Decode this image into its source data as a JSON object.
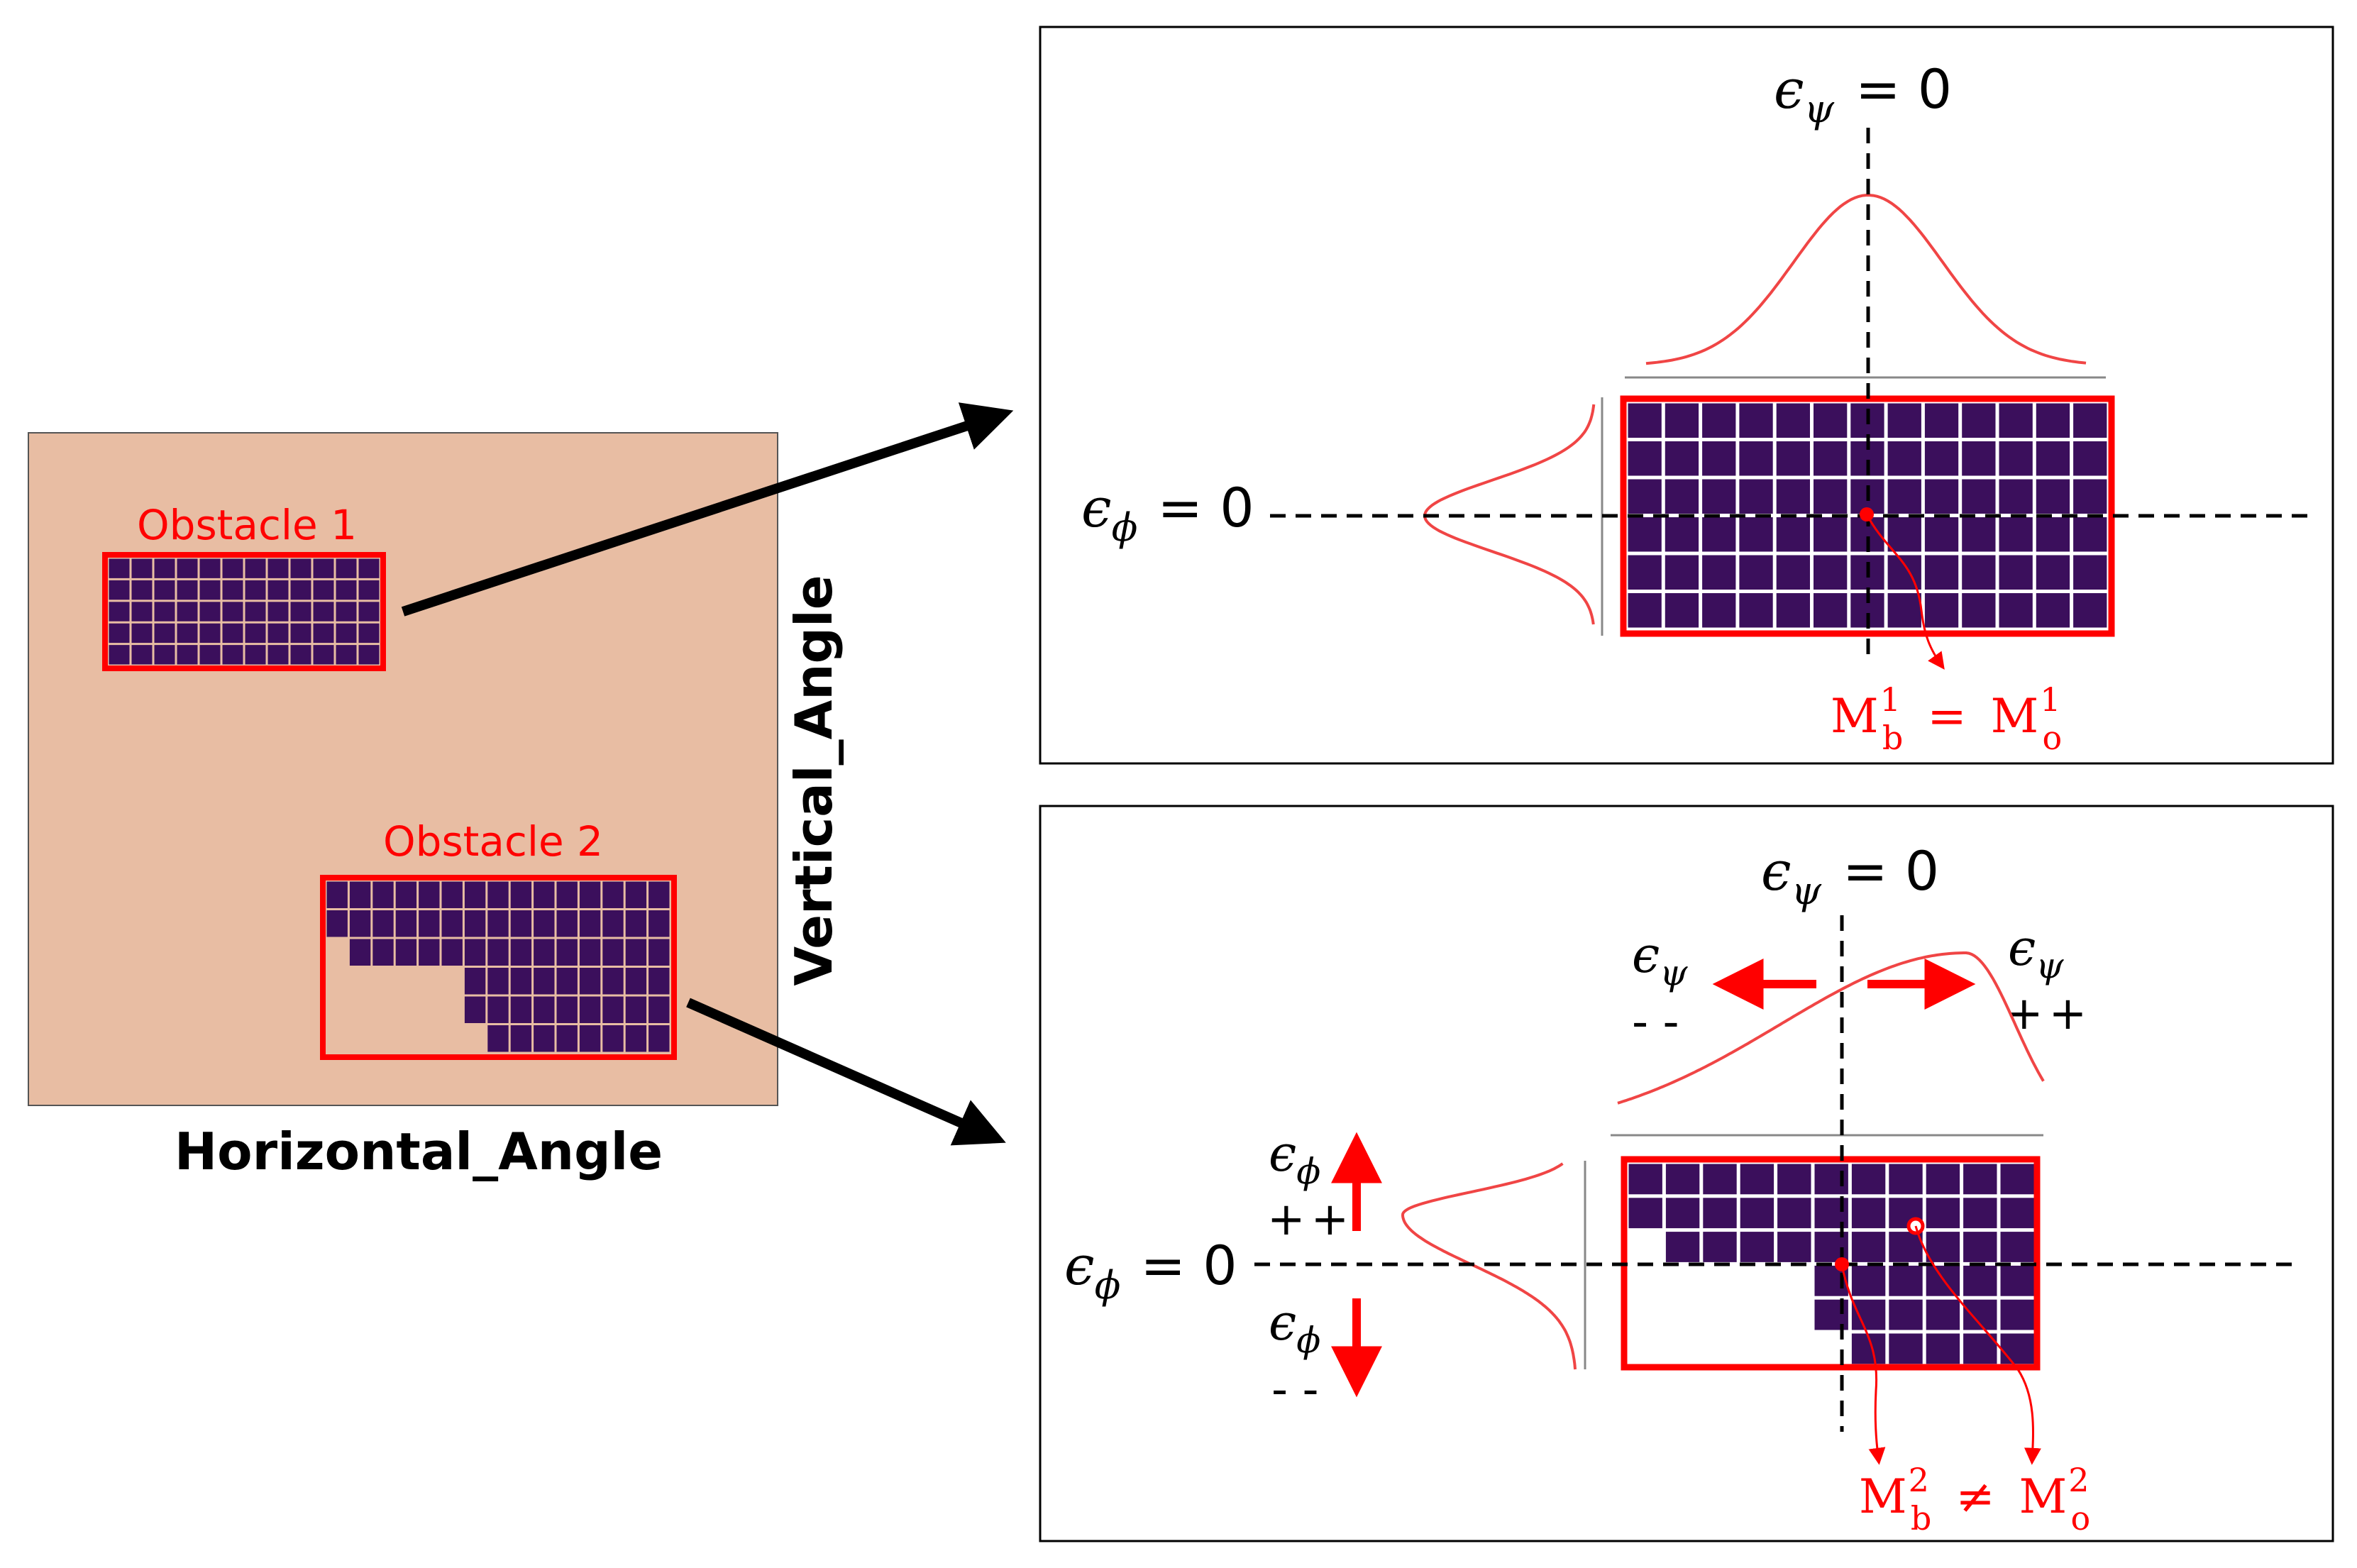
{
  "left_panel": {
    "obstacle1_label": "Obstacle 1",
    "obstacle2_label": "Obstacle 2",
    "axis_horizontal": "Horizontal_Angle",
    "axis_vertical": "Vertical_Angle"
  },
  "top_panel": {
    "psi_symbol": "ϵ",
    "psi_sub": "ψ",
    "psi_eq": "= 0",
    "phi_symbol": "ϵ",
    "phi_sub": "ϕ",
    "phi_eq": "= 0",
    "m_b": "M",
    "m_b_sup": "1",
    "m_b_sub": "b",
    "relation": "=",
    "m_o": "M",
    "m_o_sup": "1",
    "m_o_sub": "o"
  },
  "bottom_panel": {
    "psi_symbol": "ϵ",
    "psi_sub": "ψ",
    "psi_eq": "= 0",
    "phi_symbol": "ϵ",
    "phi_sub": "ϕ",
    "phi_eq": "= 0",
    "psi_left_symbol": "ϵ",
    "psi_left_sub": "ψ",
    "psi_left_sign": "- -",
    "psi_right_symbol": "ϵ",
    "psi_right_sub": "ψ",
    "psi_right_sign": "++",
    "phi_up_symbol": "ϵ",
    "phi_up_sub": "ϕ",
    "phi_up_sign": "++",
    "phi_down_symbol": "ϵ",
    "phi_down_sub": "ϕ",
    "phi_down_sign": "- -",
    "m_b": "M",
    "m_b_sup": "2",
    "m_b_sub": "b",
    "relation": "≠",
    "m_o": "M",
    "m_o_sup": "2",
    "m_o_sub": "o"
  },
  "colors": {
    "background_region": "#e8bda3",
    "cell_fill": "#3b0f5c",
    "accent_red": "#ff0000",
    "curve_red": "#f04545"
  }
}
